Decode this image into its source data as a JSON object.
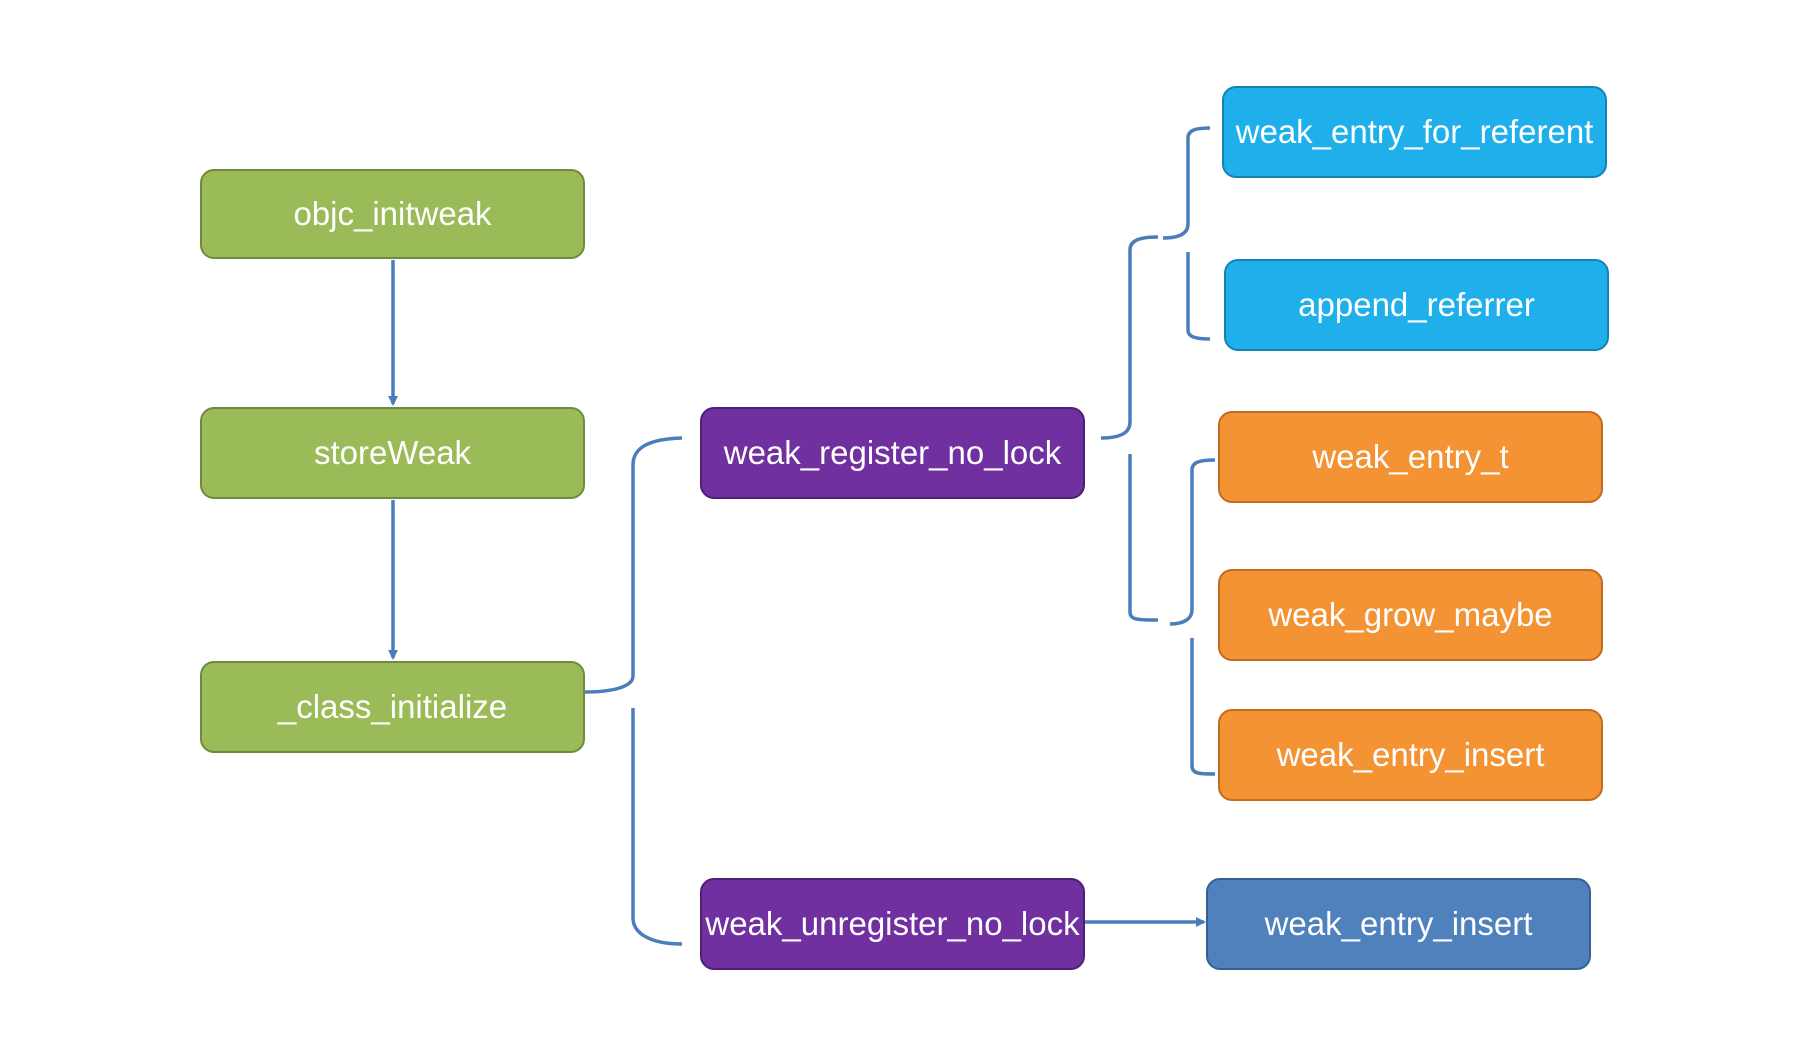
{
  "colors": {
    "green": "#9bbb59",
    "purple": "#7030a0",
    "cyan": "#1fb0ec",
    "orange": "#f39334",
    "steel": "#4f81bd",
    "connector": "#4a7ebb"
  },
  "nodes": {
    "objc_initweak": "objc_initweak",
    "storeWeak": "storeWeak",
    "class_initialize": "_class_initialize",
    "weak_register_no_lock": "weak_register_no_lock",
    "weak_unregister_no_lock": "weak_unregister_no_lock",
    "weak_entry_for_referent": "weak_entry_for_referent",
    "append_referrer": "append_referrer",
    "weak_entry_t": "weak_entry_t",
    "weak_grow_maybe": "weak_grow_maybe",
    "weak_entry_insert_a": "weak_entry_insert",
    "weak_entry_insert_b": "weak_entry_insert"
  }
}
